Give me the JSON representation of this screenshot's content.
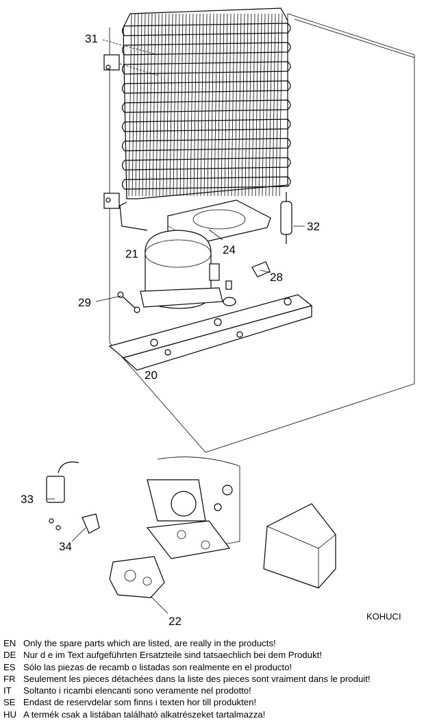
{
  "callouts": {
    "c31": "31",
    "c32": "32",
    "c24": "24",
    "c21": "21",
    "c28": "28",
    "c29": "29",
    "c20": "20",
    "c33": "33",
    "c34": "34",
    "c22": "22"
  },
  "drawing_code": "KOHUCI",
  "notes": [
    {
      "lang": "EN",
      "text": "Only the spare parts which are listed, are really in the products!"
    },
    {
      "lang": "DE",
      "text": "Nur d e im Text aufgeführten Ersatzteile sind tatsaechlich bei dem Produkt!"
    },
    {
      "lang": "ES",
      "text": "Sólo las piezas de recamb o  listadas son realmente en el producto!"
    },
    {
      "lang": "FR",
      "text": "Seulement les pieces détachées dans la liste des pieces sont vraiment dans le produit!"
    },
    {
      "lang": "IT",
      "text": "Soltanto i ricambi elencanti sono veramente nel prodotto!"
    },
    {
      "lang": "SE",
      "text": "Endast de reservdelar som finns i texten hor till produkten!"
    },
    {
      "lang": "HU",
      "text": "A termék csak a listában található alkatrészeket tartalmazza!"
    }
  ]
}
